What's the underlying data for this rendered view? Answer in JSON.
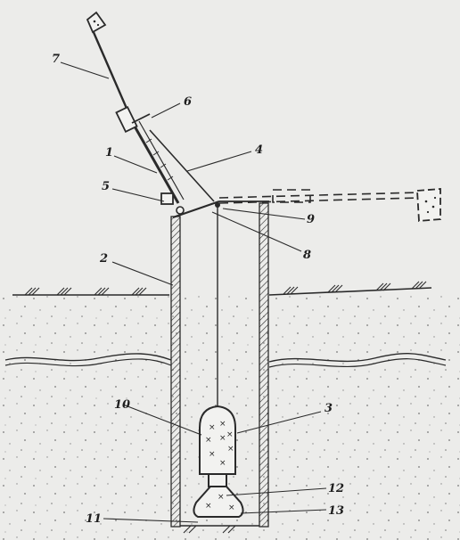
{
  "diagram": {
    "labels": {
      "l1": "1",
      "l2": "2",
      "l3": "3",
      "l4": "4",
      "l5": "5",
      "l6": "6",
      "l7": "7",
      "l8": "8",
      "l9": "9",
      "l10": "10",
      "l11": "11",
      "l12": "12",
      "l13": "13"
    },
    "colors": {
      "ink": "#2a2a2a",
      "paper": "#ececea"
    }
  }
}
